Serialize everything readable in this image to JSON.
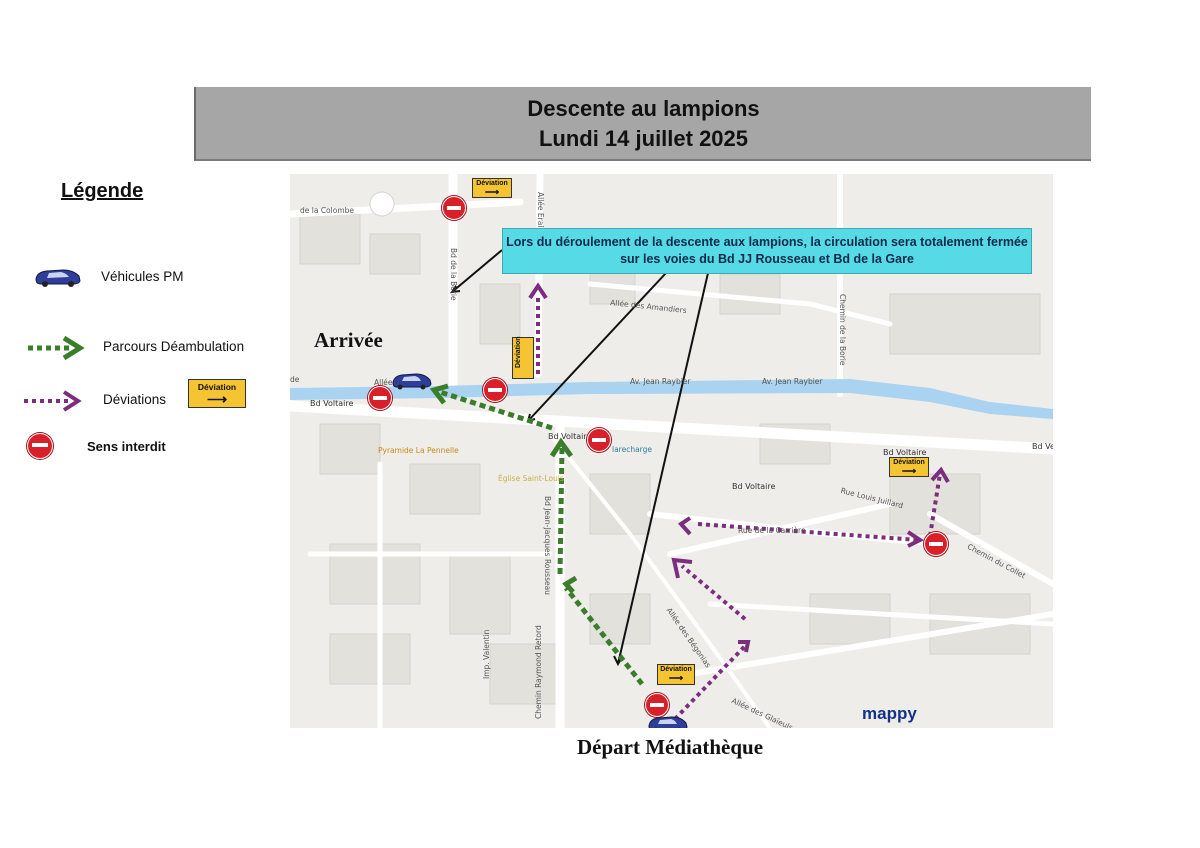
{
  "header": {
    "title_line1": "Descente au lampions",
    "title_line2": "Lundi 14 juillet 2025"
  },
  "legend": {
    "title": "Légende",
    "vehicles": "Véhicules PM",
    "walk_route": "Parcours Déambulation",
    "deviations": "Déviations",
    "deviation_sign": "Déviation",
    "no_entry": "Sens interdit"
  },
  "map": {
    "callout": "Lors du déroulement de la descente aux lampions, la circulation sera totalement fermée sur les voies du Bd JJ Rousseau et Bd de la Gare",
    "arrival": "Arrivée",
    "departure": "Départ Médiathèque",
    "deviation_sign": "Déviation",
    "provider": "mappy",
    "colors": {
      "walk_route": "#3a7d2a",
      "deviation": "#7b2d7e",
      "river": "#a9d3f0",
      "no_entry": "#d9202a",
      "sign": "#f5c432",
      "callout": "#56dbe6"
    },
    "streets": {
      "colombe": "de la Colombe",
      "bd_laborie": "Bd de la Borie",
      "allee_eral": "Allée Eral",
      "amandiers": "Allée des Amandiers",
      "chemin_borie": "Chemin de la Borie",
      "jean_raybier_1": "Av. Jean Raybier",
      "jean_raybier_2": "Av. Jean Raybier",
      "bd_voltaire_w": "Bd Voltaire",
      "bd_voltaire_c": "Bd Voltaire",
      "bd_voltaire_e": "Bd Voltaire",
      "bd_voltaire_s": "Bd Voltaire",
      "bd_ve": "Bd Ve",
      "pyramide": "Pyramide La Pennelle",
      "eglise": "Église Saint-Louis",
      "larecharge": "larecharge",
      "jj_rousseau": "Bd Jean-Jacques Rousseau",
      "valentin": "Imp. Valentin",
      "raymond": "Chemin Raymond Retord",
      "beguines": "Allée des Bégonias",
      "glaieuls": "Allée des Glaïeuls",
      "louis_juillard": "Rue Louis Juillard",
      "collet": "Chemin du Collet",
      "carriere": "Rue de la Carrière",
      "allee": "Allée",
      "de": "de"
    }
  }
}
